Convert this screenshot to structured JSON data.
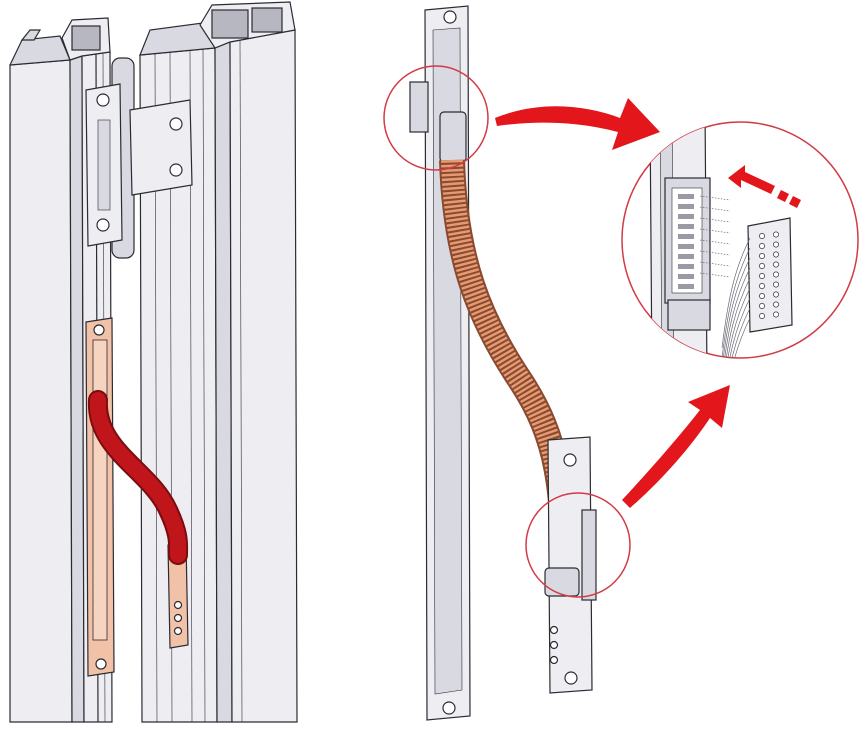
{
  "figure": {
    "colors": {
      "background": "#ffffff",
      "profile_light": "#eeeef2",
      "profile_mid": "#d9d9e1",
      "profile_dark": "#b7b7c2",
      "outline": "#2b2b33",
      "copper_plate": "#f2c2a8",
      "red_cable": "#c0161b",
      "orange_cable": "#e59a72",
      "callout_circle": "#d23a45",
      "arrow_red": "#e3161c"
    },
    "panels": [
      {
        "id": "panel-mounted",
        "icon": "mounted-transfer-cable-illustration"
      },
      {
        "id": "panel-exploded",
        "icon": "exploded-transfer-cable-illustration"
      },
      {
        "id": "panel-detail",
        "icon": "connector-detail-magnified-illustration"
      }
    ]
  }
}
